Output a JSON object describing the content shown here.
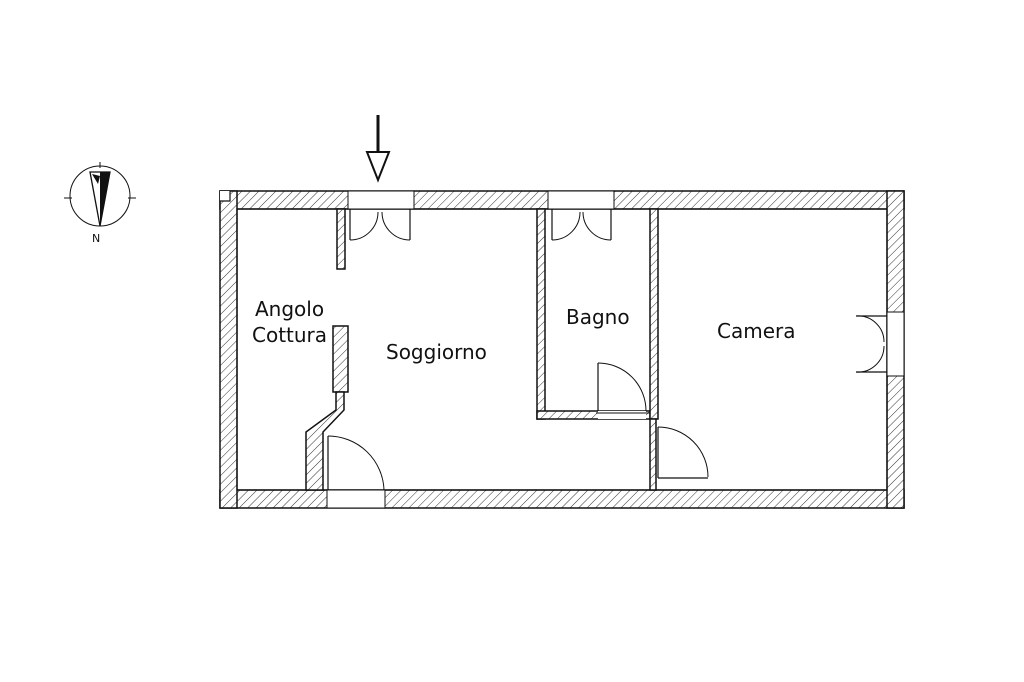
{
  "floorplan": {
    "rooms": {
      "angolo_line1": "Angolo",
      "angolo_line2": "Cottura",
      "soggiorno": "Soggiorno",
      "bagno": "Bagno",
      "camera": "Camera"
    },
    "compass": {
      "north_label": "N"
    }
  }
}
